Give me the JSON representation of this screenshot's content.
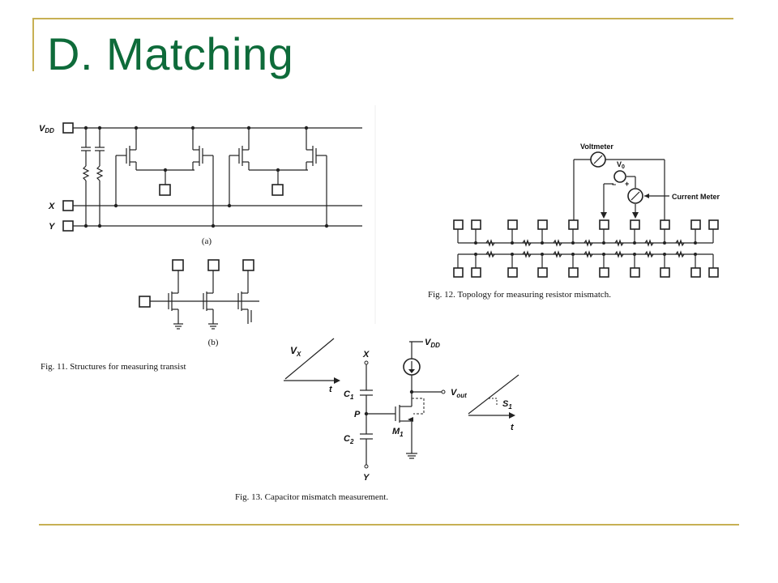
{
  "title": "D.  Matching",
  "fig11": {
    "caption": "Fig. 11.   Structures for measuring transist",
    "label_vdd": "V",
    "label_vdd_sub": "DD",
    "label_x": "X",
    "label_y": "Y",
    "sub_a": "(a)",
    "sub_b": "(b)"
  },
  "fig12": {
    "caption": "Fig. 12.    Topology for measuring resistor mismatch.",
    "voltmeter": "Voltmeter",
    "current_meter": "Current Meter",
    "v0": "V",
    "v0_sub": "0",
    "minus": "−",
    "plus": "+"
  },
  "fig13": {
    "caption": "Fig. 13.    Capacitor mismatch measurement.",
    "vx": "V",
    "vx_sub": "X",
    "t_left": "t",
    "x": "X",
    "c1": "C",
    "c1_sub": "1",
    "p": "P",
    "c2": "C",
    "c2_sub": "2",
    "y": "Y",
    "vdd": "V",
    "vdd_sub": "DD",
    "vout": "V",
    "vout_sub": "out",
    "m1": "M",
    "m1_sub": "1",
    "s1": "S",
    "s1_sub": "1",
    "t_right": "t"
  }
}
